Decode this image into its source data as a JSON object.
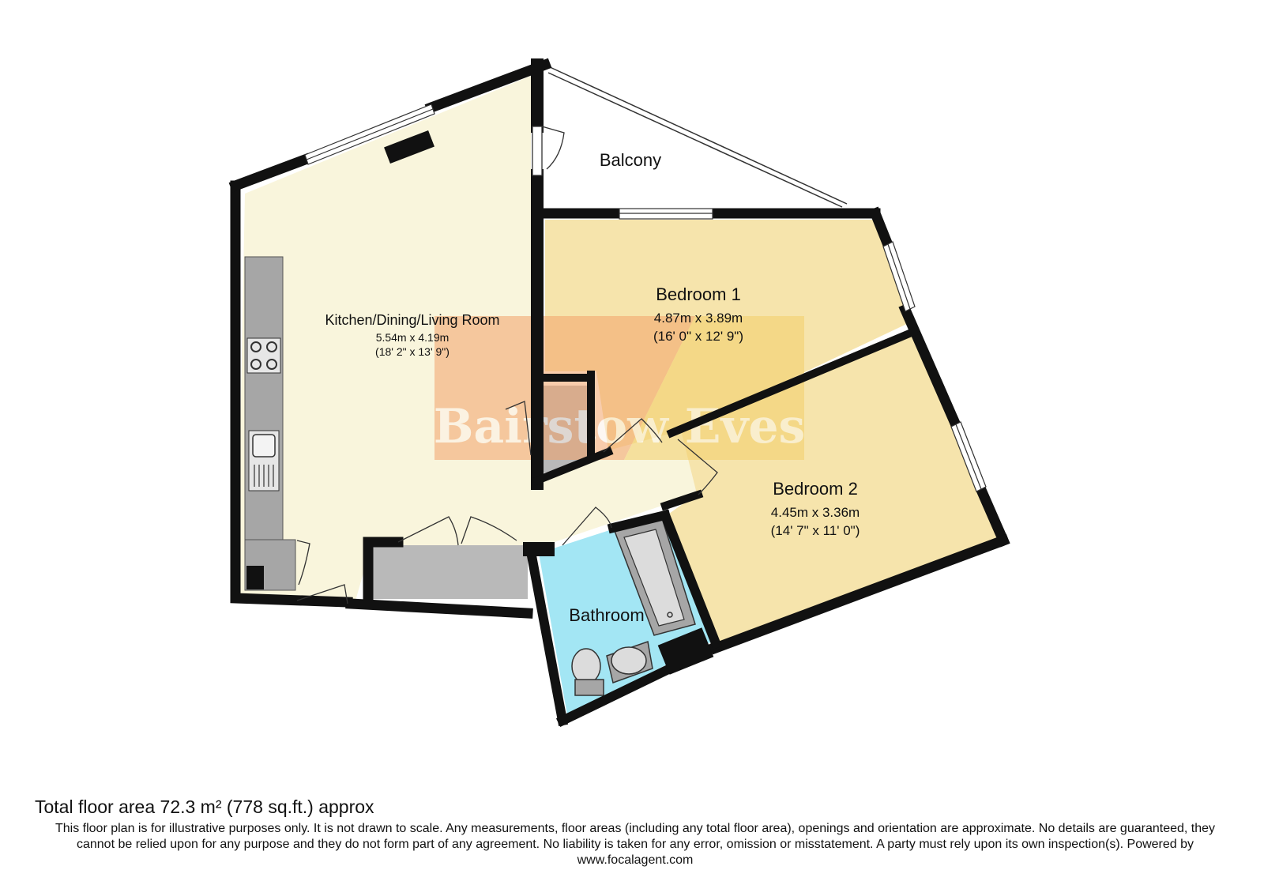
{
  "rooms": {
    "kitchen": {
      "name": "Kitchen/Dining/Living Room",
      "metric": "5.54m x 4.19m",
      "imperial": "(18' 2\" x 13' 9\")"
    },
    "bedroom1": {
      "name": "Bedroom 1",
      "metric": "4.87m x 3.89m",
      "imperial": "(16' 0\" x 12' 9\")"
    },
    "bedroom2": {
      "name": "Bedroom 2",
      "metric": "4.45m x 3.36m",
      "imperial": "(14' 7\" x 11' 0\")"
    },
    "bathroom": {
      "name": "Bathroom"
    },
    "balcony": {
      "name": "Balcony"
    }
  },
  "watermark": "Bairstow Eves",
  "footer": {
    "total": "Total floor area 72.3 m² (778 sq.ft.) approx",
    "disclaimer": "This floor plan is for illustrative purposes only. It is not drawn to scale. Any measurements, floor areas (including any total floor area), openings and orientation are approximate. No details are guaranteed, they cannot be relied upon for any purpose and they do not form part of any agreement. No liability is taken for any error, omission or misstatement. A party must rely upon its own inspection(s). Powered by www.focalagent.com"
  },
  "colors": {
    "kitchen": "#f9f5dc",
    "bedroom": "#f6e4ac",
    "bathroom": "#a3e6f4",
    "units": "#a6a6a6",
    "cupboard": "#b9b9b9",
    "wall": "#111111",
    "watermark_orange": "#f3a36a",
    "watermark_yellow": "#f3cf6a"
  }
}
